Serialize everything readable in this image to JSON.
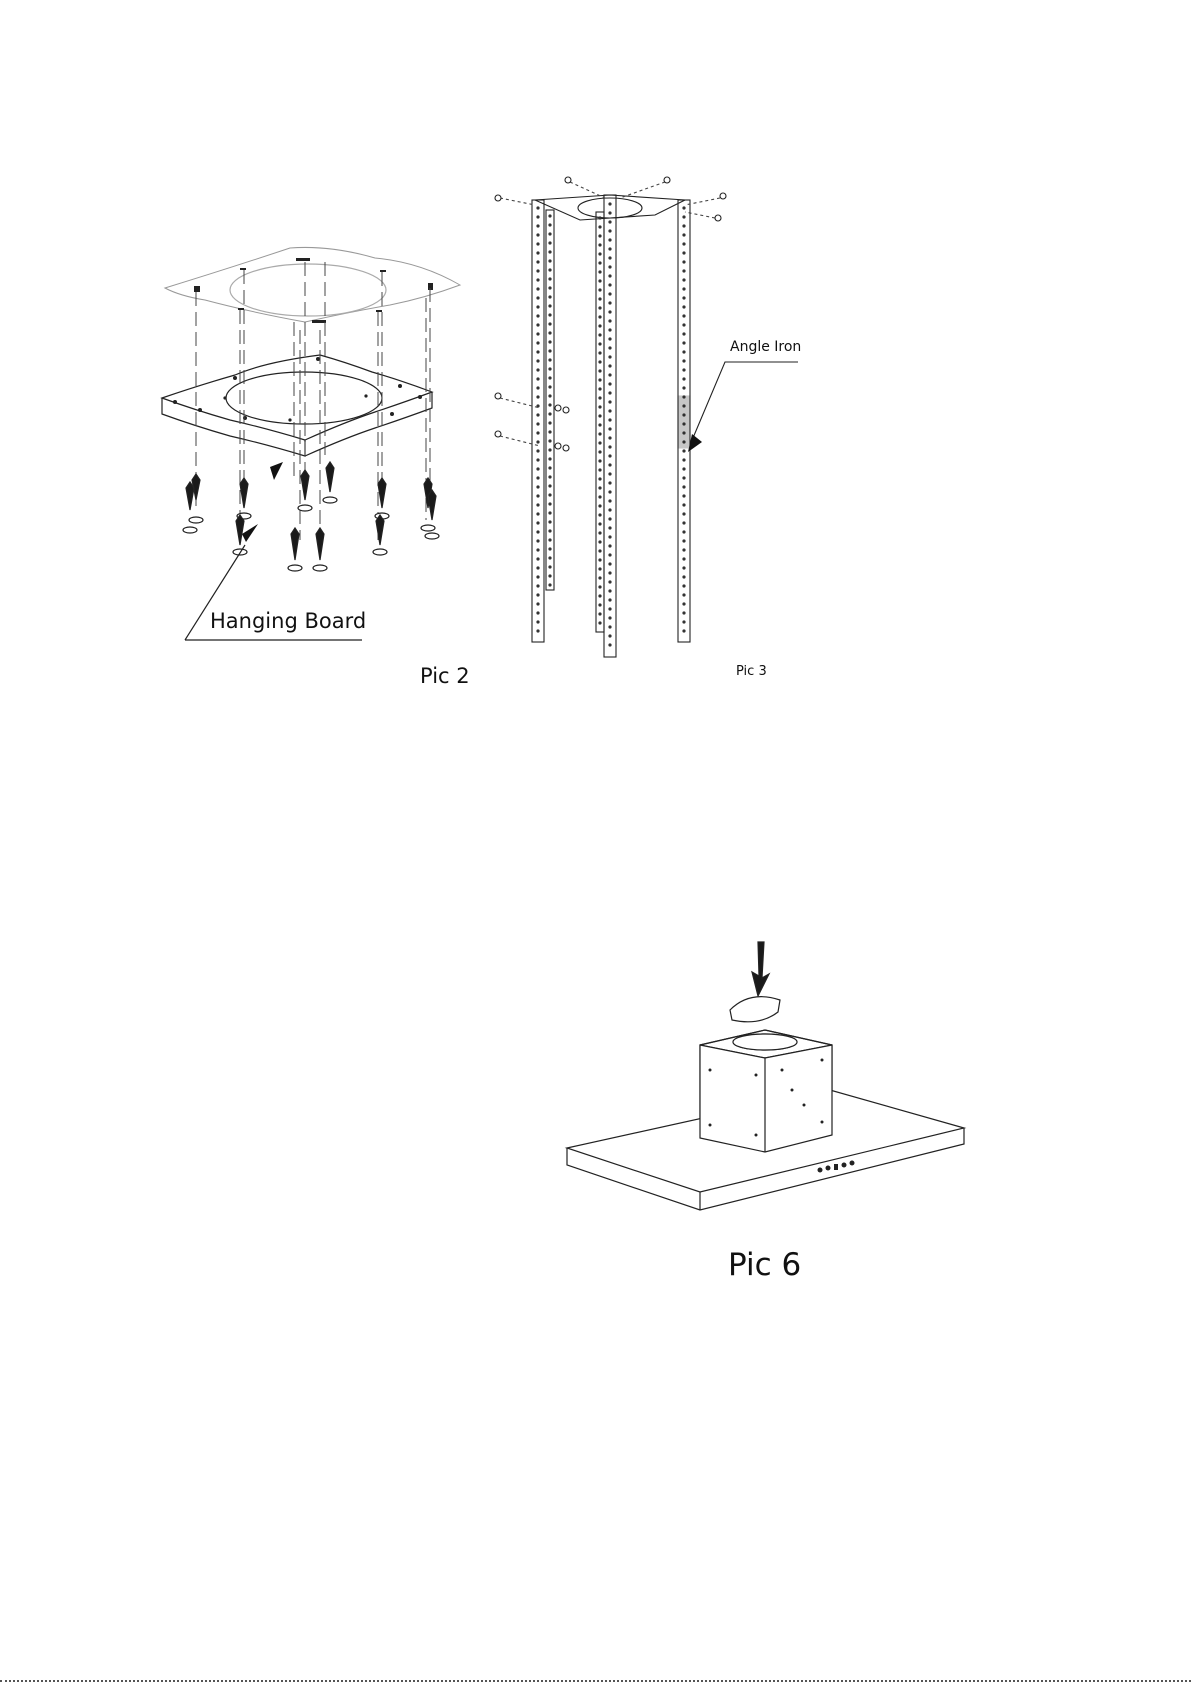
{
  "labels": {
    "hanging_board": "Hanging Board",
    "angle_iron": "Angle Iron"
  },
  "captions": {
    "pic2": "Pic 2",
    "pic3": "Pic 3",
    "pic6": "Pic 6"
  },
  "colors": {
    "line": "#222222",
    "page": "#ffffff"
  }
}
